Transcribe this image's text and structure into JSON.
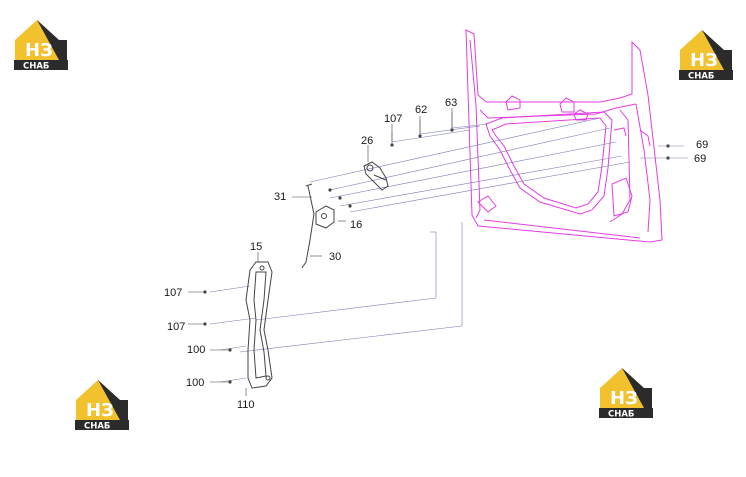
{
  "brand": {
    "logo_main": "НЗ",
    "logo_sub": "СНАБ",
    "logo_color": "#f2c12e",
    "logo_dark": "#2b2b2b"
  },
  "diagram": {
    "callouts": [
      {
        "id": "c107a",
        "text": "107"
      },
      {
        "id": "c62",
        "text": "62"
      },
      {
        "id": "c63",
        "text": "63"
      },
      {
        "id": "c26",
        "text": "26"
      },
      {
        "id": "c69a",
        "text": "69"
      },
      {
        "id": "c69b",
        "text": "69"
      },
      {
        "id": "c31",
        "text": "31"
      },
      {
        "id": "c16",
        "text": "16"
      },
      {
        "id": "c30",
        "text": "30"
      },
      {
        "id": "c15",
        "text": "15"
      },
      {
        "id": "c107b",
        "text": "107"
      },
      {
        "id": "c107c",
        "text": "107"
      },
      {
        "id": "c100a",
        "text": "100"
      },
      {
        "id": "c100b",
        "text": "100"
      },
      {
        "id": "c110",
        "text": "110"
      }
    ],
    "colors": {
      "door": "#e23ee2",
      "parts": "#444444",
      "leader": "#7a7ab8"
    }
  }
}
